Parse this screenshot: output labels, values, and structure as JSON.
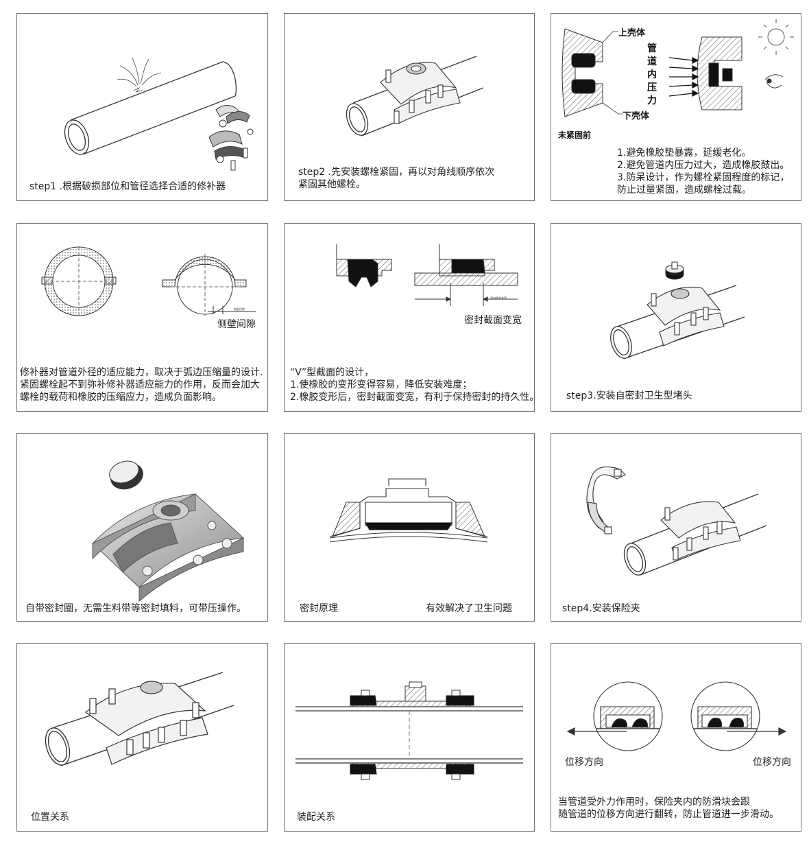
{
  "panels": [
    {
      "caption": [
        "step1 .根据破损部位和管径选择合适的修补器"
      ]
    },
    {
      "caption": [
        "step2 .先安装螺栓紧固，再以对角线顺序依次",
        "紧固其他螺栓。"
      ]
    },
    {
      "labels": {
        "upper_shell": "上壳体",
        "lower_shell": "下壳体",
        "pressure_chars": [
          "管",
          "道",
          "内",
          "压",
          "力"
        ],
        "before_tightening": "未紧固前"
      },
      "caption": [
        "1.避免橡胶垫暴露，延缓老化。",
        "2.避免管道内压力过大，造成橡胶鼓出。",
        "3.防呆设计，作为螺栓紧固程度的标记，",
        "防止过量紧固，造成螺栓过载。"
      ]
    },
    {
      "labels": {
        "side_gap": "侧壁间隙",
        "tiny_note": "侧面间隙"
      },
      "caption": [
        "修补器对管道外径的适应能力，取决于弧边压缩量的设计.",
        "紧固螺栓起不到弥补修补器适应能力的作用，反而会加大",
        "螺栓的载荷和橡胶的压缩应力，造成负面影响。"
      ]
    },
    {
      "labels": {
        "seal_widen": "密封截面变宽",
        "tiny_note": "密封截面变宽"
      },
      "caption": [
        "“V”型截面的设计，",
        "1.使橡胶的变形变得容易，降低安装难度；",
        "2.橡胶变形后，密封截面变宽，有利于保持密封的持久性。"
      ]
    },
    {
      "caption": [
        "step3.安装自密封卫生型堵头"
      ]
    },
    {
      "caption": [
        "自带密封圈，无需生料带等密封填料，可带压操作。"
      ]
    },
    {
      "caption_left": "密封原理",
      "caption_right": "有效解决了卫生问题"
    },
    {
      "caption": [
        "step4.安装保险夹"
      ]
    },
    {
      "caption": [
        "位置关系"
      ]
    },
    {
      "caption": [
        "装配关系"
      ]
    },
    {
      "labels": {
        "dir_left": "位移方向",
        "dir_right": "位移方向"
      },
      "caption": [
        "当管道受外力作用时，保险夹内的防滑块会跟",
        "随管道的位移方向进行翻转，防止管道进一步滑动。"
      ]
    }
  ]
}
